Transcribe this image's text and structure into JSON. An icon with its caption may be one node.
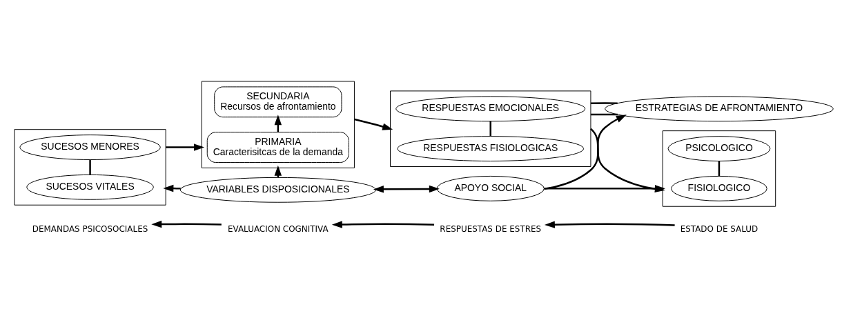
{
  "diagram": {
    "nodes": [
      {
        "text": [
          "DEMANDAS PSICOSOCIALES"
        ]
      },
      {
        "text": [
          "EVALUACION COGNITIVA"
        ]
      },
      {
        "text": [
          "RESPUESTAS DE ESTRES"
        ]
      },
      {
        "text": [
          "ESTADO DE SALUD"
        ]
      },
      {
        "text": [],
        "shape": "box"
      },
      {
        "text": [
          "SUCESOS VITALES"
        ],
        "in": 4
      },
      {
        "text": [
          "SUCESOS MENORES"
        ],
        "in": 4
      },
      {
        "text": [],
        "shape": "box"
      },
      {
        "text": [
          "PRIMARIA",
          "Caracterisitcas de la demanda"
        ],
        "in": 7
      },
      {
        "text": [
          "SECUNDARIA",
          "Recursos de afrontamiento"
        ],
        "in": 7
      },
      {
        "text": [],
        "shape": "box"
      },
      {
        "text": [
          "RESPUESTAS FISIOLOGICAS"
        ],
        "in": 10
      },
      {
        "text": [
          "RESPUESTAS EMOCIONALES"
        ],
        "in": 10
      },
      {
        "text": [],
        "shape": "box"
      },
      {
        "text": [
          "FISIOLOGICO"
        ],
        "in": 13
      },
      {
        "text": [
          "PSICOLOGICO"
        ],
        "in": 13
      },
      {
        "text": [
          "ESTRATEGIAS DE AFRONTAMIENTO"
        ]
      },
      {
        "text": [
          "VARIABLES DISPOSICIONALES"
        ]
      },
      {
        "text": [
          "APOYO SOCIAL"
        ]
      }
    ],
    "edges": [
      {
        "from": 3,
        "to": 2,
        "arrow": "to"
      },
      {
        "from": 2,
        "to": 1,
        "arrow": "to"
      },
      {
        "from": 1,
        "to": 0,
        "arrow": "to"
      },
      {
        "from": 5,
        "to": 6,
        "arrow": "none"
      },
      {
        "from": 4,
        "to": 7,
        "arrow": "to"
      },
      {
        "from": 8,
        "to": 9,
        "arrow": "to"
      },
      {
        "from": 7,
        "to": 10,
        "arrow": "to"
      },
      {
        "from": 11,
        "to": 12,
        "arrow": "none"
      },
      {
        "from": 10,
        "to": 13,
        "arrow": "to"
      },
      {
        "from": 14,
        "to": 15,
        "arrow": "none"
      },
      {
        "from": 10,
        "to": 16,
        "arrow": "none"
      },
      {
        "from": 10,
        "to": 16,
        "arrow": "none"
      },
      {
        "from": 17,
        "to": 4,
        "arrow": "to"
      },
      {
        "from": 17,
        "to": 7,
        "arrow": "to"
      },
      {
        "from": 17,
        "to": 18,
        "arrow": "both"
      },
      {
        "from": 18,
        "to": 16,
        "arrow": "to"
      },
      {
        "from": 18,
        "to": 13,
        "arrow": "to"
      }
    ]
  }
}
